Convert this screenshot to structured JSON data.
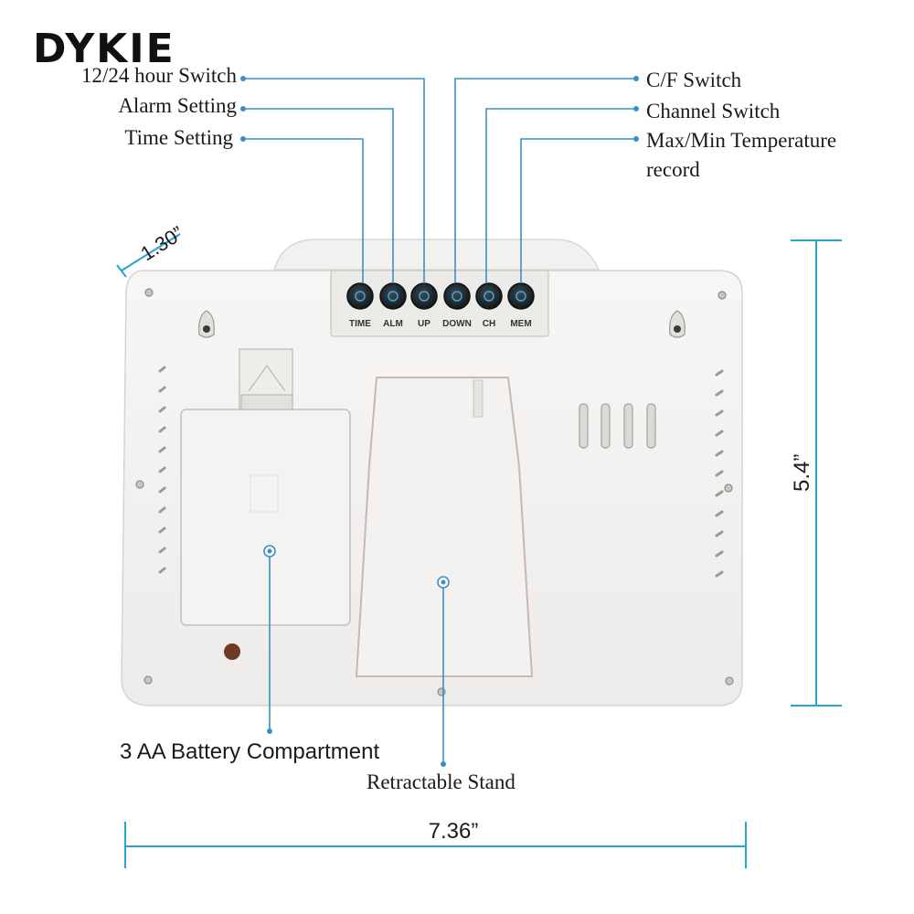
{
  "brand": {
    "name": "DYKIE"
  },
  "colors": {
    "leader": "#3b8fc4",
    "dimension": "#29a3cf",
    "device_body": "#f5f4f2",
    "button": "#1f2a30",
    "button_ring": "#4aa3d6"
  },
  "callouts": {
    "hour_switch": "12/24 hour Switch",
    "alarm_setting": "Alarm Setting",
    "time_setting": "Time Setting",
    "cf_switch": "C/F Switch",
    "channel_switch": "Channel Switch",
    "maxmin_line1": "Max/Min Temperature",
    "maxmin_line2": "record",
    "battery": "3 AA Battery Compartment",
    "stand": "Retractable Stand"
  },
  "buttons": [
    {
      "label": "TIME",
      "icon": "button-dot"
    },
    {
      "label": "ALM",
      "icon": "button-dot"
    },
    {
      "label": "UP",
      "icon": "button-dot"
    },
    {
      "label": "DOWN",
      "icon": "button-dot"
    },
    {
      "label": "CH",
      "icon": "button-dot"
    },
    {
      "label": "MEM",
      "icon": "button-dot"
    }
  ],
  "dimensions": {
    "width": "7.36”",
    "height": "5.4”",
    "depth": "1.30”"
  }
}
